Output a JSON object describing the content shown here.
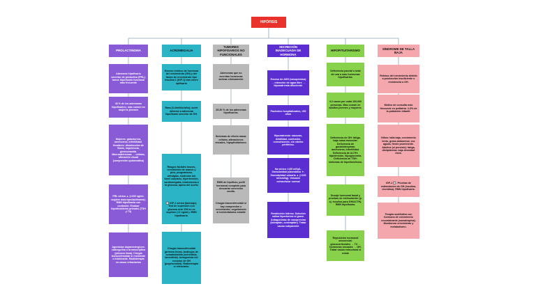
{
  "diagram": {
    "root": {
      "text": "HIPÓFISIS"
    },
    "colors": {
      "root": "#e8322b",
      "line": "#8fa4b8",
      "purple": "#8a5bd6",
      "teal": "#2bb4c6",
      "gray": "#b9b9b9",
      "indigo": "#5a2ed0",
      "green": "#88d14a",
      "pink": "#f4a8ad"
    },
    "columns": [
      {
        "id": "prolactinoma",
        "color": "purple",
        "title": "PROLACTINOMA",
        "items": [
          "Adenoma hipofisario secretor de prolactina (PRL); tumor hipofisario funcional más frecuente",
          "40 % de los adenomas hipofisarios; más común en mujeres jóvenes",
          "Mujeres: galactorrea, amenorrea, infertilidad. Hombres: disminución de libido, impotencia, ginecomastia. Macroadenomas → cefalea, alteración visual (compresión quiasmática)",
          "PRL sérica ▲ (>200 ng/mL sugiere macroprolactinoma); RMN hipofisaria con contraste. Evaluar hipotiroidismo primario (TSH y T4)",
          "Agonistas dopaminérgicos: cabergolina o bromocriptina (primera línea). Cirugía transesfenoidal si resistente o intolerante. Radioterapia en casos refractarios"
        ]
      },
      {
        "id": "acromegalia",
        "color": "teal",
        "title": "ACROMEGALIA",
        "items": [
          "Exceso crónico de hormona del crecimiento (GH) y del factor de crecimiento tipo insulina 1 (IGF-1) tras cierre epifisario",
          "Rara (3-4/millón/año); suele deberse a adenoma hipofisario secretor de GH.",
          "Rasgos faciales toscos, crecimiento de manos y pies, prognatismo, artralgias, síndrome del túnel carpiano, hipertensión, cardiomegalia, intolerancia a la glucosa, apnea del sueño",
          "🔲 IGF-1 sérica (tamizaje). Test de supresión con glucosa oral: GH no se suprime (<1 ng/mL). RMN hipofisaria.",
          "Cirugía transesfenoidal (primera línea). Análogos de somatostatina (octreótida, lanreótida). Antagonista del receptor de GH (pegvisomant). Radioterapia si refractario."
        ]
      },
      {
        "id": "tumores",
        "color": "gray",
        "title": "TUMORES HIPOFISARIOS NO FUNCIONALES",
        "items": [
          "Adenomas que no secretan hormonas activas clínicamente",
          "25-30 % de los adenomas hipofisarios.",
          "Síntomas de efecto masa: cefalea, alteraciones visuales, hipopituitarismo.",
          "RMN de hipófisis; perfil hormonal completo para descartar secreción oculta.",
          "Cirugía transesfenoidal si hay compresión o crecimiento; seguimiento si incidentaloma estable"
        ]
      },
      {
        "id": "siadh",
        "color": "indigo",
        "title": "SÍNDROME DE SECRECIÓN INADECUADA DE HORMONA ANTIDIURÉTICA (SIADH)",
        "items": [
          "Exceso de ADH (vasopresina) → retención de agua libre → hiponatremia dilucional.",
          "Pacientes hospitalizados, >65 años",
          "Hiponatremia: náuseas, debilidad, confusión, convulsiones; sin edema periférico.",
          "Na sérico <135 mEq/L. Osmolaridad plasmática ▼. Osmolaridad urinaria ▲ (>100 mOsm/kg). Volumen extracelular normal",
          "Restricción hídrica. Solución salina hipertónica si grave. Antagonistas de vasopresina (tolvaptán, conivaptán). Tratar causa subyacente"
        ]
      },
      {
        "id": "hipopituitarismo",
        "color": "green",
        "title": "HIPOPITUITARISMO",
        "items": [
          "Deficiencia parcial o total de una o más hormonas hipofisarias.",
          "4.2 casos por cada 100,000 personas. Mas común en adultos jóvenes y mayores.",
          "Deficiencia de GH: fatiga, baja masa muscular. Deficiencia de gonadotropinas: amenorrea, infertilidad. Deficiencia de ACTH: hipotensión, hipoglucemia. Deficiencia de TSH: síntomas de hipotiroidismo.",
          "Dosaje hormonal basal y pruebas de estimulación (p. ej. insulina para GH/ACTH). RMN hipofisaria.",
          "Reposición hormonal secuencial: glucocorticoides → T4 → hormonas sexuales → GH. Tratar causa estructural si existe"
        ]
      },
      {
        "id": "talla-baja",
        "color": "pink",
        "title": "SÍNDROME DE TALLA BAJA",
        "items": [
          "Retraso del crecimiento debido a producción insuficiente o resistencia a GH.",
          "Motivo de consulta más frecuente en pediatría. 2-3% de la población infantil.",
          "Niños: talla baja, crecimiento lento, grasa abdominal, voz aguda, frente prominente. Adultos (si persiste): fatiga, dislipidemia, baja densidad ósea.",
          "IGF-1 🔲. Pruebas de estimulación de GH (insulina, clonidina). RMN hipofisaria.",
          "Terapia sustitutiva con hormona de crecimiento recombinante (somatropina). Monitorear crecimiento y metabolismo."
        ]
      }
    ]
  }
}
